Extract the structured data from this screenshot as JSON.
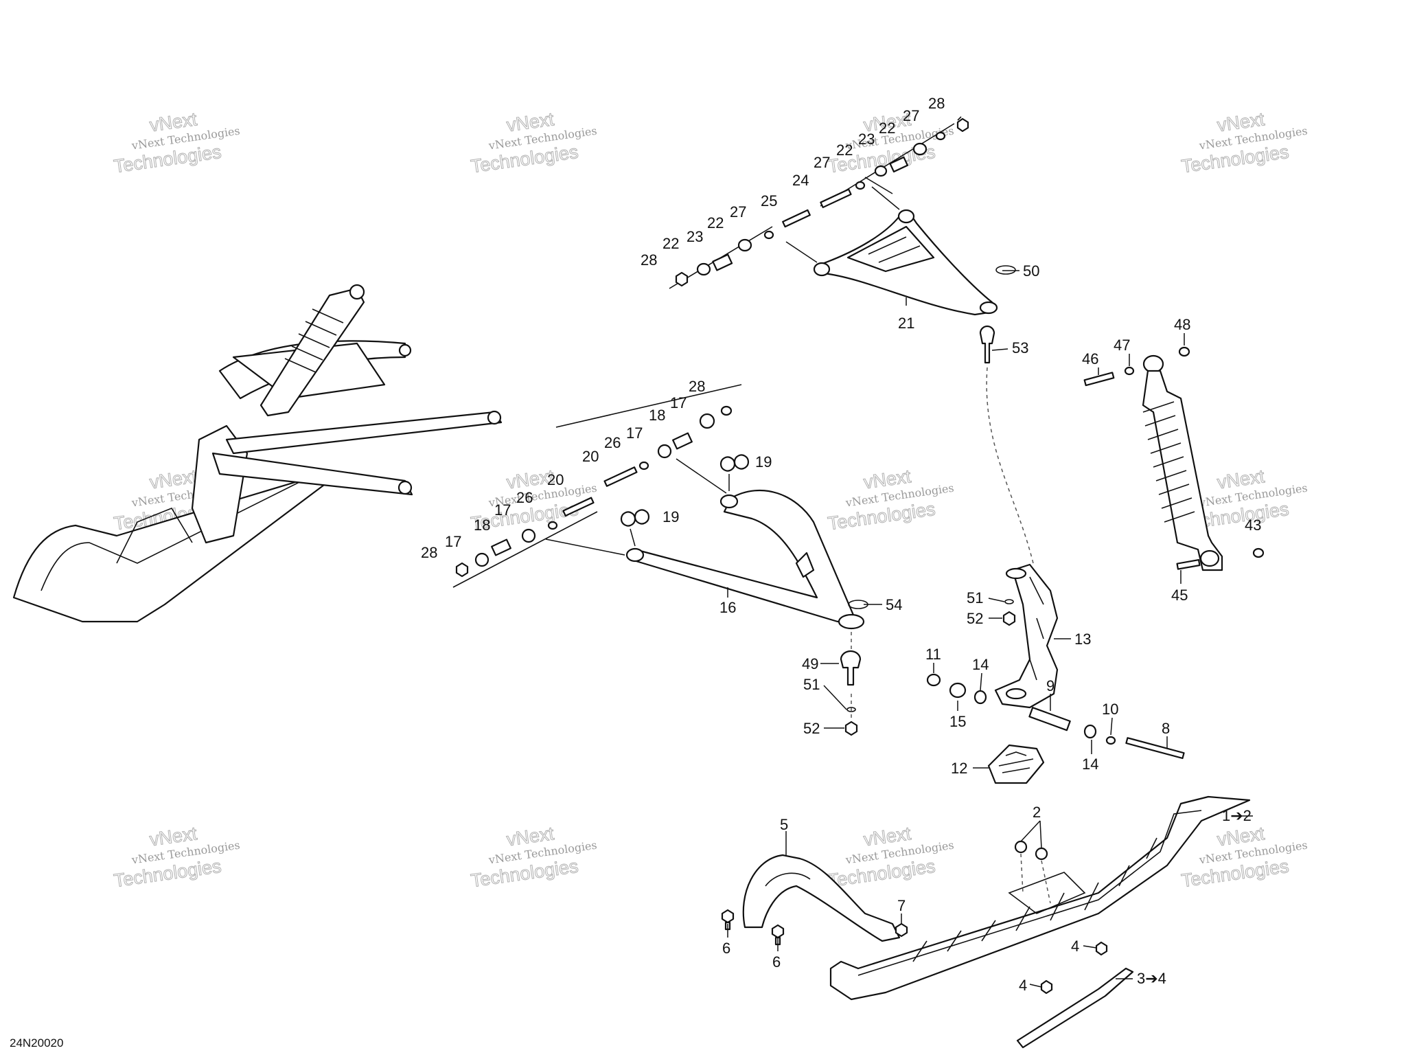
{
  "diagram_code": "24N20020",
  "watermark": {
    "small": "vNext Technologies",
    "large_top": "vNext",
    "large_bottom": "Technologies"
  },
  "labels": {
    "p1": "1➔2",
    "p2": "2",
    "p3": "3➔4",
    "p4a": "4",
    "p4b": "4",
    "p5": "5",
    "p6a": "6",
    "p6b": "6",
    "p7": "7",
    "p8": "8",
    "p9": "9",
    "p10": "10",
    "p11": "11",
    "p12": "12",
    "p13": "13",
    "p14a": "14",
    "p14b": "14",
    "p15": "15",
    "p16": "16",
    "p17a": "17",
    "p17b": "17",
    "p17c": "17",
    "p17d": "17",
    "p18a": "18",
    "p18b": "18",
    "p19a": "19",
    "p19b": "19",
    "p20a": "20",
    "p20b": "20",
    "p21": "21",
    "p22a": "22",
    "p22b": "22",
    "p22c": "22",
    "p22d": "22",
    "p23a": "23",
    "p23b": "23",
    "p24": "24",
    "p25": "25",
    "p26a": "26",
    "p26b": "26",
    "p27a": "27",
    "p27b": "27",
    "p27c": "27",
    "p28a": "28",
    "p28b": "28",
    "p28c": "28",
    "p28d": "28",
    "p43": "43",
    "p45": "45",
    "p46": "46",
    "p47": "47",
    "p48": "48",
    "p49": "49",
    "p50": "50",
    "p51a": "51",
    "p51b": "51",
    "p52a": "52",
    "p52b": "52",
    "p53": "53",
    "p54": "54"
  }
}
